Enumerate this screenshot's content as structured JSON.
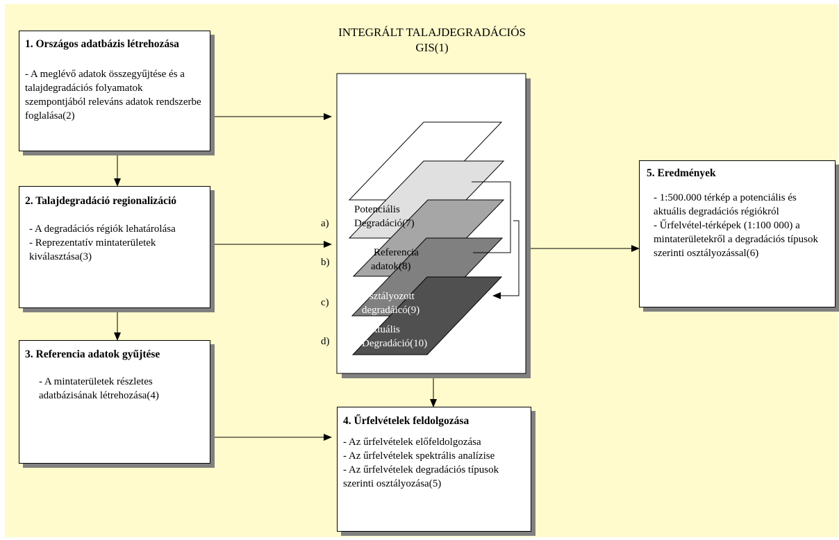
{
  "title": {
    "line1": "INTEGRÁLT TALAJDEGRADÁCIÓS",
    "line2": "GIS(1)"
  },
  "box1": {
    "title": "1. Országos adatbázis létrehozása",
    "body": "- A meglévő adatok összegyűjtése és a talajdegradációs folyamatok szempontjából releváns adatok rendszerbe foglalása(2)"
  },
  "box2": {
    "title": "2. Talajdegradáció regionalizáció",
    "line1": "- A degradációs régiók lehatárolása",
    "line2": "- Reprezentatív mintaterületek kiválasztása(3)"
  },
  "box3": {
    "title": "3. Referencia adatok gyűjtése",
    "body": "- A mintaterületek részletes adatbázisának létrehozása(4)"
  },
  "box4": {
    "title": "4. Űrfelvételek feldolgozása",
    "line1": "- Az űrfelvételek előfeldolgozása",
    "line2": "- Az űrfelvételek spektrális analízise",
    "line3": "- Az űrfelvételek degradációs típusok szerinti osztályozása(5)"
  },
  "box5": {
    "title": "5. Eredmények",
    "line1": "- 1:500.000 térkép a potenciális és aktuális degradációs régiókról",
    "line2": "- Űrfelvétel-térképek (1:100 000) a mintaterületekről a degradációs típusok szerinti osztályozással(6)"
  },
  "layers": [
    {
      "letter": "a)",
      "label1": "Potenciális",
      "label2": "Degradáció(7)"
    },
    {
      "letter": "b)",
      "label1": "Referencia",
      "label2": "adatok(8)"
    },
    {
      "letter": "c)",
      "label1": "Osztályozott",
      "label2": "degradáicó(9)"
    },
    {
      "letter": "d)",
      "label1": "Aktuális",
      "label2": "Degradáció(10)"
    }
  ],
  "colors": {
    "background": "#fffbcc",
    "layer_top": "#ffffff",
    "layer_a": "#e0e0e0",
    "layer_b": "#a6a6a6",
    "layer_c": "#808080",
    "layer_d": "#505050"
  }
}
